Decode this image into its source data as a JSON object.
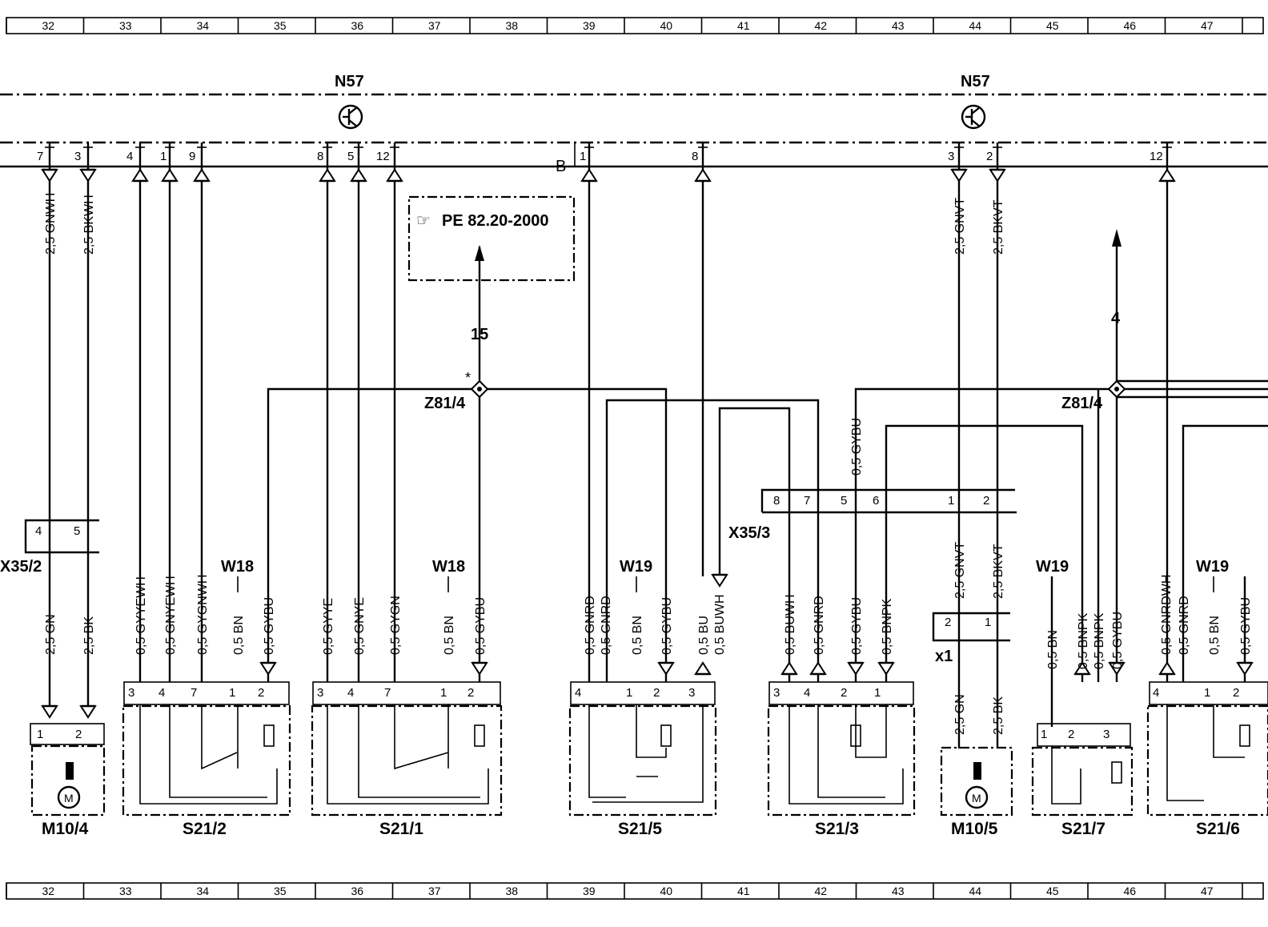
{
  "ruler": {
    "columns": [
      "32",
      "33",
      "34",
      "35",
      "36",
      "37",
      "38",
      "39",
      "40",
      "41",
      "42",
      "43",
      "44",
      "45",
      "46",
      "47"
    ]
  },
  "modules": {
    "left": {
      "name": "N57"
    },
    "right": {
      "name": "N57"
    }
  },
  "reference": {
    "text": "PE 82.20-2000",
    "arrow_label": "15"
  },
  "arrow_right": {
    "label": "4"
  },
  "splices": {
    "left": {
      "name": "Z81/4",
      "mark": "*"
    },
    "right": {
      "name": "Z81/4"
    }
  },
  "connectors": {
    "x35_3": {
      "name": "X35/3"
    },
    "x35_2": {
      "name": "X35/2"
    },
    "x1": {
      "name": "x1"
    },
    "b_mark": "B"
  },
  "top_pins": [
    "7",
    "3",
    "4",
    "1",
    "9",
    "8",
    "5",
    "12",
    "1",
    "8",
    "3",
    "2",
    "12"
  ],
  "upper_wires": [
    {
      "size": "2,5",
      "color": "GNWH"
    },
    {
      "size": "2,5",
      "color": "BKWH"
    },
    {
      "size": "2,5",
      "color": "GNVT"
    },
    {
      "size": "2,5",
      "color": "BKVT"
    },
    {
      "size": "0,5",
      "color": "GYBU"
    }
  ],
  "lower_wires": [
    {
      "size": "2,5",
      "color": "GN"
    },
    {
      "size": "2,5",
      "color": "BK"
    },
    {
      "size": "0,5",
      "color": "GYYEWH"
    },
    {
      "size": "0,5",
      "color": "GNYEWH"
    },
    {
      "size": "0,5",
      "color": "GYGNWH"
    },
    {
      "size": "0,5",
      "color": "BN"
    },
    {
      "size": "0,5",
      "color": "GYBU"
    },
    {
      "size": "0,5",
      "color": "GYYE"
    },
    {
      "size": "0,5",
      "color": "GNYE"
    },
    {
      "size": "0,5",
      "color": "GYGN"
    },
    {
      "size": "0,5",
      "color": "BN"
    },
    {
      "size": "0,5",
      "color": "GYBU"
    },
    {
      "size": "0,5",
      "color": "GNRD"
    },
    {
      "size": "0,5",
      "color": "GNRD"
    },
    {
      "size": "0,5",
      "color": "BN"
    },
    {
      "size": "0,5",
      "color": "GYBU"
    },
    {
      "size": "0,5",
      "color": "BU"
    },
    {
      "size": "0,5",
      "color": "BUWH"
    },
    {
      "size": "0,5",
      "color": "BUWH"
    },
    {
      "size": "0,5",
      "color": "GNRD"
    },
    {
      "size": "0,5",
      "color": "GYBU"
    },
    {
      "size": "0,5",
      "color": "BNPK"
    },
    {
      "size": "2,5",
      "color": "GNVT"
    },
    {
      "size": "2,5",
      "color": "BKVT"
    },
    {
      "size": "2,5",
      "color": "GN"
    },
    {
      "size": "2,5",
      "color": "BK"
    },
    {
      "size": "0,5",
      "color": "BN"
    },
    {
      "size": "0,5",
      "color": "BNPK"
    },
    {
      "size": "0,5",
      "color": "BNPK"
    },
    {
      "size": "0,5",
      "color": "GYBU"
    },
    {
      "size": "0,5",
      "color": "GNRDWH"
    },
    {
      "size": "0,5",
      "color": "GNRD"
    },
    {
      "size": "0,5",
      "color": "BN"
    },
    {
      "size": "0,5",
      "color": "GYBU"
    }
  ],
  "shields": [
    "W18",
    "W18",
    "W19",
    "W19",
    "W19"
  ],
  "components": [
    {
      "name": "M10/4",
      "pins": [
        "1",
        "2"
      ]
    },
    {
      "name": "S21/2",
      "pins": [
        "3",
        "4",
        "7",
        "1",
        "2"
      ]
    },
    {
      "name": "S21/1",
      "pins": [
        "3",
        "4",
        "7",
        "1",
        "2"
      ]
    },
    {
      "name": "S21/5",
      "pins": [
        "4",
        "1",
        "2",
        "3"
      ]
    },
    {
      "name": "S21/3",
      "pins": [
        "3",
        "4",
        "2",
        "1"
      ]
    },
    {
      "name": "M10/5",
      "pins": []
    },
    {
      "name": "S21/7",
      "pins": [
        "1",
        "2",
        "3"
      ]
    },
    {
      "name": "S21/6",
      "pins": [
        "4",
        "1",
        "2"
      ]
    }
  ],
  "x35_3_pins": [
    "8",
    "7",
    "5",
    "6",
    "1",
    "2"
  ],
  "x35_2_pins": [
    "4",
    "5"
  ],
  "x1_pins": [
    "2",
    "1"
  ]
}
